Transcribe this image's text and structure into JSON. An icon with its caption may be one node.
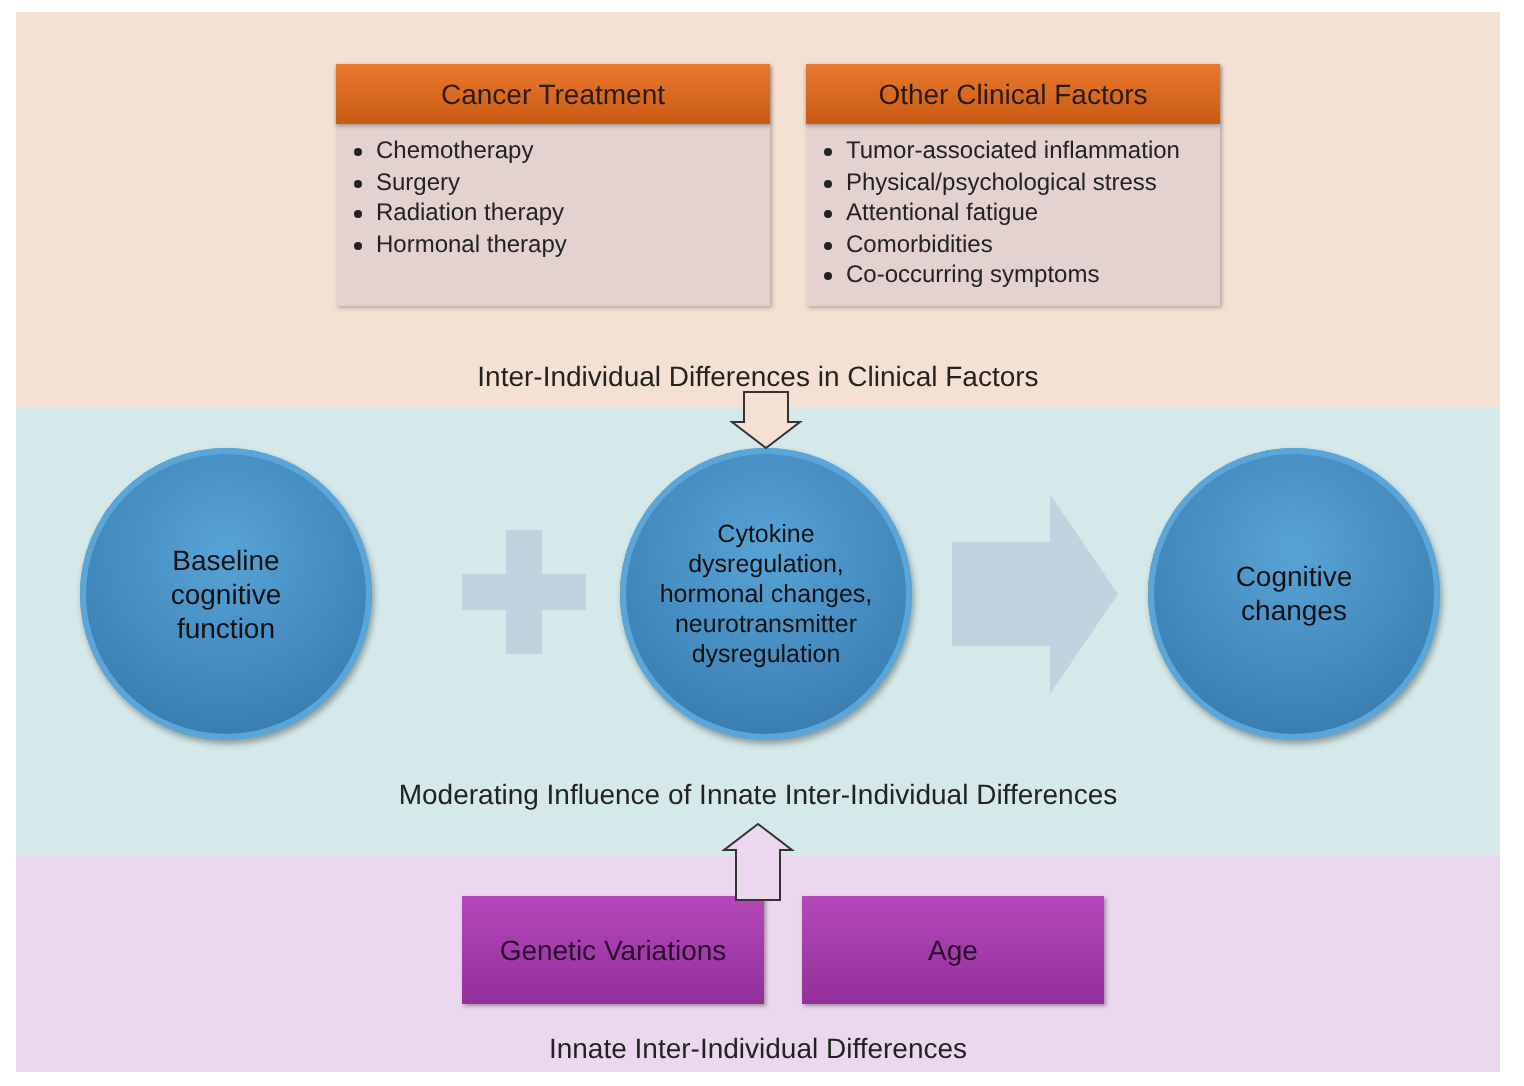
{
  "diagram": {
    "nodes": [
      {
        "text": [
          "Inter-Individual Differences in Clinical Factors"
        ]
      },
      {
        "text": [
          "Cancer Treatment",
          "Chemotherapy",
          "Surgery",
          "Radiation therapy",
          "Hormonal therapy"
        ],
        "in": 0
      },
      {
        "text": [
          "Other Clinical Factors",
          "Tumor-associated inflammation",
          "Physical/psychological stress",
          "Attentional fatigue",
          "Comorbidities",
          "Co-occurring symptoms"
        ],
        "in": 0
      },
      {
        "text": [
          "Moderating Influence of Innate Inter-Individual Differences"
        ]
      },
      {
        "text": [
          "Baseline cognitive function"
        ],
        "in": 3
      },
      {
        "text": [
          "Cytokine dysregulation, hormonal changes, neurotransmitter dysregulation"
        ],
        "in": 3
      },
      {
        "text": [
          "Cognitive changes"
        ],
        "in": 3
      },
      {
        "text": [
          "Innate Inter-Individual Differences"
        ]
      },
      {
        "text": [
          "Genetic Variations"
        ],
        "in": 7
      },
      {
        "text": [
          "Age"
        ],
        "in": 7
      }
    ],
    "edges": [
      {
        "from": 0,
        "to": 5,
        "arrow": "to"
      },
      {
        "from": 5,
        "to": 6,
        "arrow": "to"
      },
      {
        "from": 7,
        "to": 3,
        "arrow": "to"
      }
    ]
  }
}
